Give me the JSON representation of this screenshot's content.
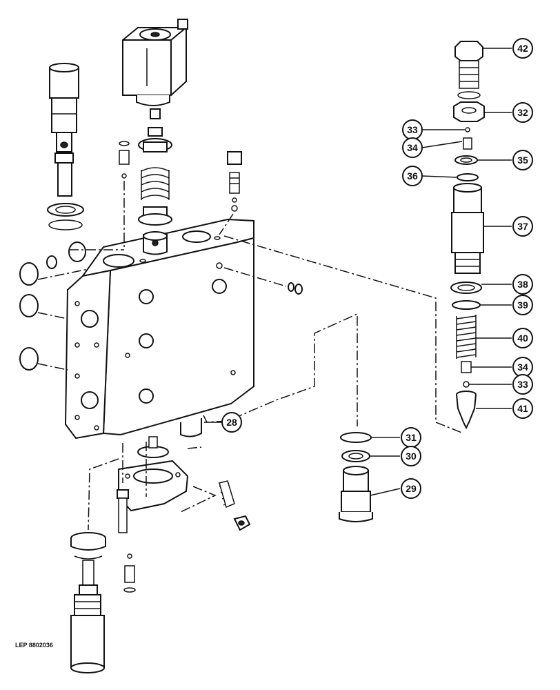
{
  "reference_code": "LEP 8802036",
  "callouts": {
    "c42": "42",
    "c32": "32",
    "c33a": "33",
    "c34a": "34",
    "c35": "35",
    "c36": "36",
    "c37": "37",
    "c38": "38",
    "c39": "39",
    "c40": "40",
    "c34b": "34",
    "c33b": "33",
    "c41": "41",
    "c28": "28",
    "c31": "31",
    "c30": "30",
    "c29": "29"
  }
}
